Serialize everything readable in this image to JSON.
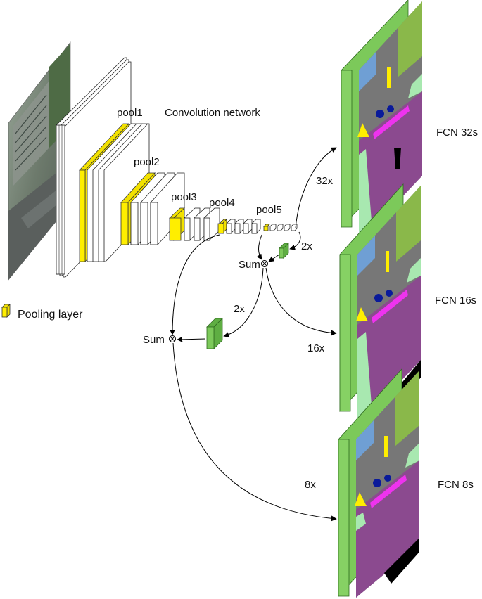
{
  "title": "Convolution network",
  "pool_labels": [
    "pool1",
    "pool2",
    "pool3",
    "pool4",
    "pool5"
  ],
  "sum_labels": [
    "Sum",
    "Sum"
  ],
  "upsample_labels": {
    "to_sum1": "2x",
    "to_sum2": "2x",
    "fcn32": "32x",
    "fcn16": "16x",
    "fcn8": "8x"
  },
  "outputs": [
    "FCN 32s",
    "FCN 16s",
    "FCN 8s"
  ],
  "legend": {
    "label": "Pooling layer"
  },
  "colors": {
    "pooling": "#ffee00",
    "upsample": "#7cc95a",
    "road": "#8b4a8f",
    "sky": "#6f9fd4",
    "vegetation": "#8ab84a",
    "building": "#777777",
    "sidewalk": "#a8e8b0"
  }
}
